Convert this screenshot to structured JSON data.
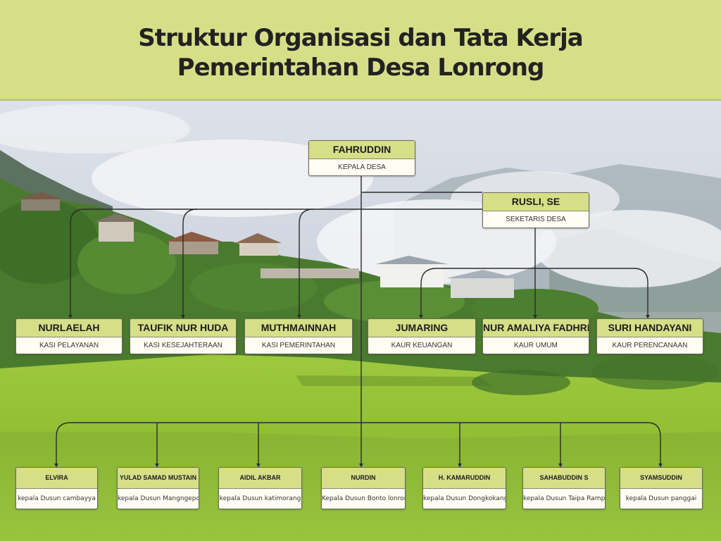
{
  "title": {
    "line1": "Struktur Organisasi dan Tata Kerja",
    "line2": "Pemerintahan Desa Lonrong"
  },
  "colors": {
    "header_bg": "#d6df88",
    "card_header_bg": "#d6df88",
    "card_body_bg": "#fffdf4",
    "line": "#2b2b2b"
  },
  "head": {
    "name": "FAHRUDDIN",
    "role": "KEPALA DESA"
  },
  "secretary": {
    "name": "RUSLI, SE",
    "role": "SEKETARIS DESA"
  },
  "staff": [
    {
      "name": "NURLAELAH",
      "role": "KASI PELAYANAN"
    },
    {
      "name": "TAUFIK NUR HUDA",
      "role": "KASI KESEJAHTERAAN"
    },
    {
      "name": "MUTHMAINNAH",
      "role": "KASI PEMERINTAHAN"
    },
    {
      "name": "JUMARING",
      "role": "KAUR KEUANGAN"
    },
    {
      "name": "NUR AMALIYA FADHRIANTY",
      "role": "KAUR UMUM"
    },
    {
      "name": "SURI HANDAYANI",
      "role": "KAUR PERENCANAAN"
    }
  ],
  "dusun": [
    {
      "name": "ELVIRA",
      "role": "kepala Dusun cambayya"
    },
    {
      "name": "YULAD SAMAD MUSTAIN",
      "role": "kepala Dusun Mangngepong"
    },
    {
      "name": "AIDIL AKBAR",
      "role": "kepala Dusun katimorang"
    },
    {
      "name": "NURDIN",
      "role": "Kepala Dusun Bonto lonrong"
    },
    {
      "name": "H. KAMARUDDIN",
      "role": "kepala Dusun Dongkokang"
    },
    {
      "name": "SAHABUDDIN S",
      "role": "kepala Dusun Taipa Rampang"
    },
    {
      "name": "SYAMSUDDIN",
      "role": "kepala Dusun panggai"
    }
  ]
}
